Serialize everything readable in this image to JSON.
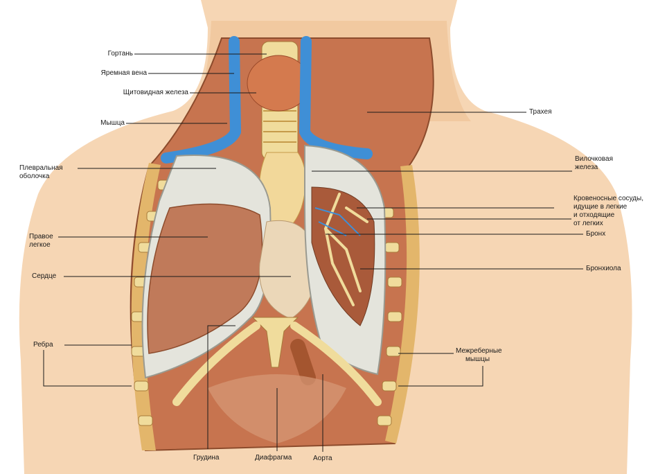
{
  "labels": {
    "larynx": "Гортань",
    "jugular_vein": "Яремная вена",
    "thyroid": "Щитовидная железа",
    "muscle": "Мышца",
    "pleura_1": "Плевральная",
    "pleura_2": "оболочка",
    "right_lung_1": "Правое",
    "right_lung_2": "легкое",
    "heart": "Сердце",
    "ribs": "Ребра",
    "trachea": "Трахея",
    "thymus_1": "Вилочковая",
    "thymus_2": "железа",
    "vessels_1": "Кровеносные сосуды,",
    "vessels_2": "идущие в легкие",
    "vessels_3": "и отходящие",
    "vessels_4": "от легких",
    "bronchus": "Бронх",
    "bronchiole": "Бронхиола",
    "intercostal_1": "Межреберные",
    "intercostal_2": "мышцы",
    "sternum": "Грудина",
    "diaphragm": "Диафрагма",
    "aorta": "Аорта"
  },
  "colors": {
    "skin": "#f6d6b4",
    "muscle": "#c7744f",
    "bone": "#f0dc9c",
    "lung": "#c07a5a",
    "pleura": "#e4e4dc",
    "vein": "#3f8fd6",
    "thyroid": "#d47a4e",
    "line": "#1a1a1a"
  }
}
